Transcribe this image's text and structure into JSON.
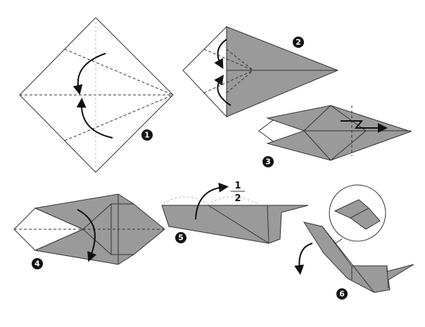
{
  "steps": [
    {
      "number": "1"
    },
    {
      "number": "2"
    },
    {
      "number": "3"
    },
    {
      "number": "4"
    },
    {
      "number": "5"
    },
    {
      "number": "6"
    }
  ],
  "fraction": {
    "numerator": "1",
    "denominator": "2"
  },
  "colors": {
    "paper_front": "#ffffff",
    "paper_back": "#9a9a9a",
    "outline": "#333333",
    "badge": "#111111"
  }
}
